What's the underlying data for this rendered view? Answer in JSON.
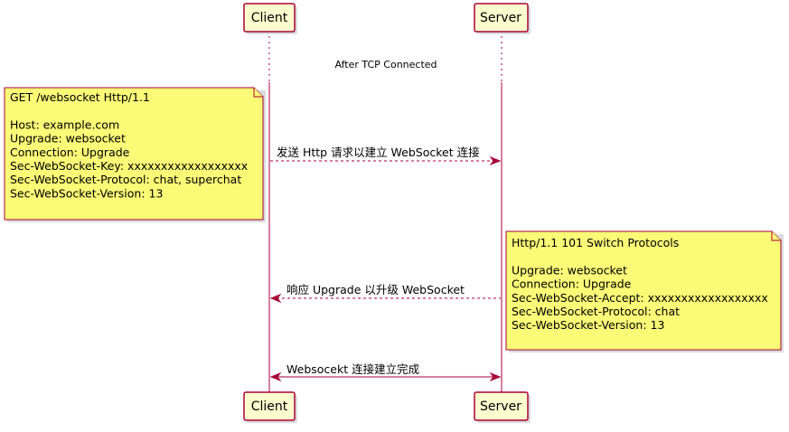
{
  "participants": {
    "client": "Client",
    "server": "Server"
  },
  "divider": "After TCP Connected",
  "messages": {
    "request": "发送 Http 请求以建立 WebSocket 连接",
    "response": "响应 Upgrade 以升级 WebSocket",
    "established": "Websocekt 连接建立完成"
  },
  "notes": {
    "request": [
      "GET /websocket Http/1.1",
      "",
      "Host: example.com",
      "Upgrade: websocket",
      "Connection: Upgrade",
      "Sec-WebSocket-Key: xxxxxxxxxxxxxxxxxx",
      "Sec-WebSocket-Protocol: chat, superchat",
      "Sec-WebSocket-Version: 13"
    ],
    "response": [
      "Http/1.1 101 Switch Protocols",
      "",
      "Upgrade: websocket",
      "Connection: Upgrade",
      "Sec-WebSocket-Accept: xxxxxxxxxxxxxxxxxx",
      "Sec-WebSocket-Protocol: chat",
      "Sec-WebSocket-Version: 13"
    ]
  },
  "colors": {
    "participant_fill": "#FEFECE",
    "note_fill": "#FBFB77",
    "line": "#A80036"
  }
}
